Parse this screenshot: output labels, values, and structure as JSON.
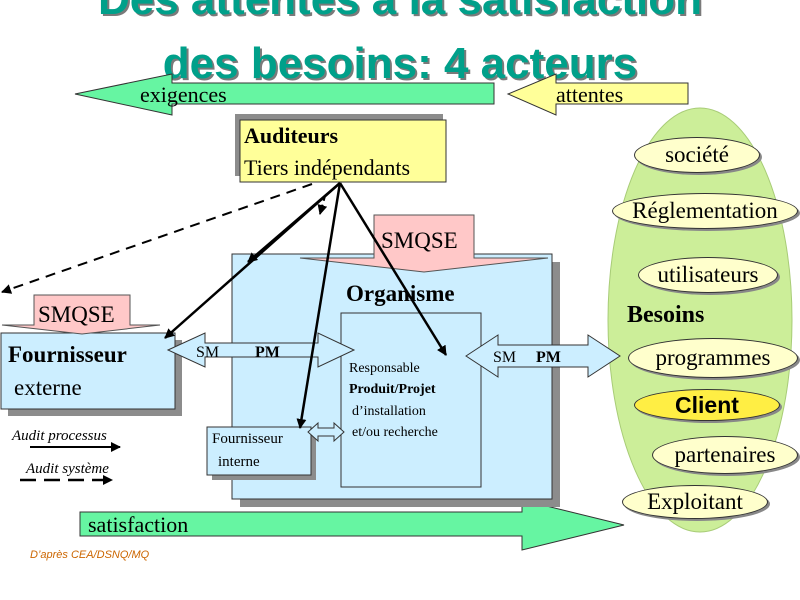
{
  "title": {
    "line1": "Des attentes à la satisfaction",
    "line2": "des besoins: 4 acteurs"
  },
  "arrows": {
    "exigences": "exigences",
    "attentes": "attentes",
    "satisfaction": "satisfaction"
  },
  "auditeurs": {
    "line1": "Auditeurs",
    "line2": "Tiers indépendants"
  },
  "smqse_top": "SMQSE",
  "smqse_left": "SMQSE",
  "organisme": "Organisme",
  "fournisseur_externe": {
    "line1": "Fournisseur",
    "line2": "externe"
  },
  "sm_pm_left": {
    "sm": "SM",
    "pm": "PM"
  },
  "sm_pm_right": {
    "sm": "SM",
    "pm": "PM"
  },
  "responsable": {
    "line1": "Responsable",
    "line2": "Produit/Projet",
    "line3": "d’installation",
    "line4": "et/ou recherche"
  },
  "fournisseur_interne": {
    "line1": "Fournisseur",
    "line2": "interne"
  },
  "legend": {
    "processus": "Audit processus",
    "systeme": "Audit système"
  },
  "besoins": {
    "label": "Besoins",
    "items": [
      "société",
      "Réglementation",
      "utilisateurs",
      "programmes",
      "Client",
      "partenaires",
      "Exploitant"
    ]
  },
  "credit": "D’après CEA/DSNQ/MQ",
  "colors": {
    "title": "#00a08a",
    "green_arrow": "#66f5a2",
    "yellow": "#ffff99",
    "pink": "#ffc8c8",
    "blue_box": "#cceeff",
    "besoins_ellipse": "#ccee99",
    "client": "#ffee44",
    "oval_fill": "#ffffcc",
    "credit": "#cc6600"
  }
}
